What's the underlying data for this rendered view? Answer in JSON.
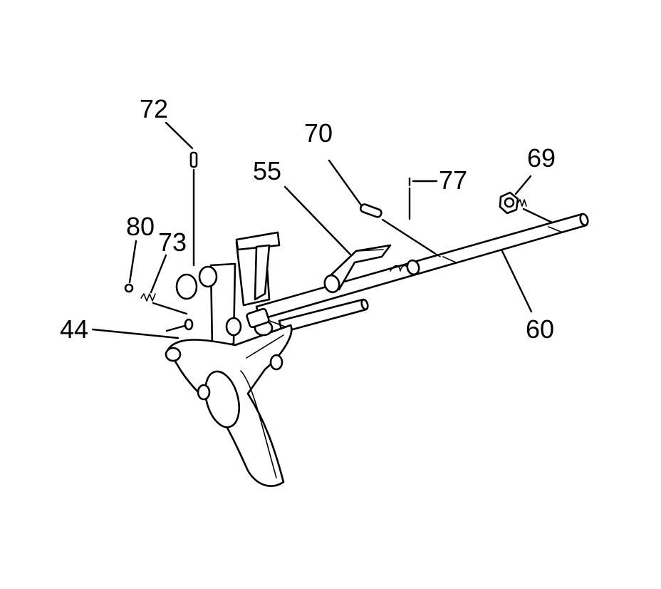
{
  "diagram": {
    "callouts": [
      {
        "id": "72",
        "text": "72"
      },
      {
        "id": "70",
        "text": "70"
      },
      {
        "id": "69",
        "text": "69"
      },
      {
        "id": "55",
        "text": "55"
      },
      {
        "id": "77",
        "text": "77"
      },
      {
        "id": "80",
        "text": "80"
      },
      {
        "id": "73",
        "text": "73"
      },
      {
        "id": "44",
        "text": "44"
      },
      {
        "id": "60",
        "text": "60"
      }
    ],
    "colors": {
      "line": "#000000",
      "background": "#ffffff"
    }
  }
}
